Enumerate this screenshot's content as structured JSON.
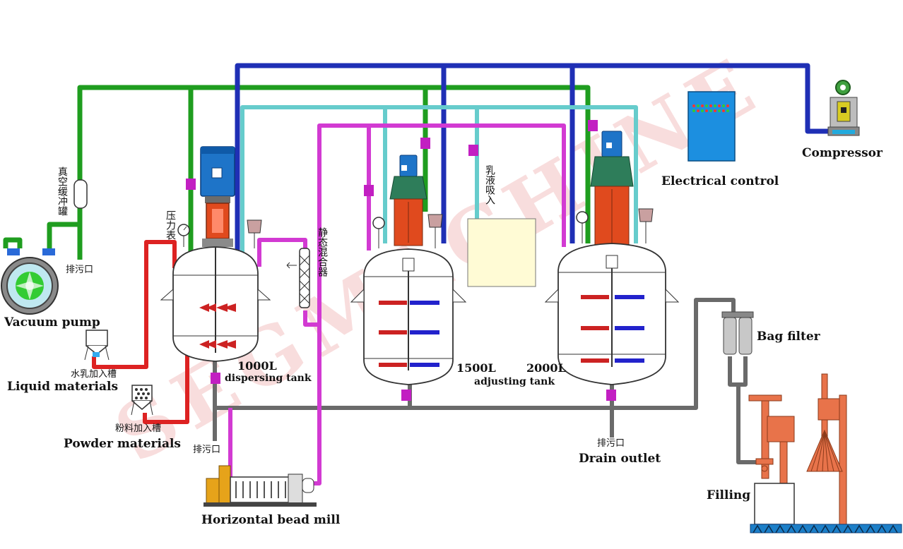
{
  "labels": {
    "compressor": "Compressor",
    "electrical_control": "Electrical control",
    "vacuum_pump": "Vacuum pump",
    "liquid_materials": "Liquid materials",
    "powder_materials": "Powder materials",
    "horizontal_bead_mill": "Horizontal bead mill",
    "bag_filter": "Bag filter",
    "drain_outlet": "Drain outlet",
    "filling": "Filling",
    "tank1_volume": "1000L",
    "tank1_name": "dispersing tank",
    "tank2_volume": "1500L",
    "tank3_volume": "2000L",
    "adjusting_tank": "adjusting tank"
  },
  "chinese_labels": {
    "vacuum_buffer_tank": "真空缓冲罐",
    "pressure_gauge": "压力表",
    "static_mixer": "静态混合器",
    "emulsion_suction": "乳液吸入",
    "discharge_top": "排污口",
    "discharge_left": "排污口",
    "discharge_right": "排污口",
    "liquid_feed_tank": "水乳加入槽",
    "powder_feed_tank": "粉料加入槽"
  },
  "watermark": "SEGMACHINE",
  "colors": {
    "vacuum_line": "#22bb22",
    "compressed_air_line": "#1f2fb5",
    "emulsion_line": "#66cccc",
    "transfer_line": "#d23ad2",
    "feed_line": "#dd2222",
    "drain_line": "#666666",
    "motor": "#1e74c8",
    "gearbox": "#e04a1e",
    "watermark": "#f2b8b8"
  }
}
